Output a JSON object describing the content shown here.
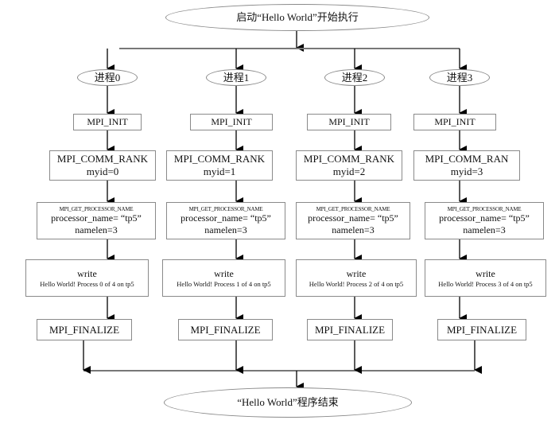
{
  "start": "启动“Hello World”开始执行",
  "end": "“Hello World”程序结束",
  "processes": [
    {
      "label": "进程0",
      "init": "MPI_INIT",
      "rank_title": "MPI_COMM_RANK",
      "rank_value": "myid=0",
      "proc_title": "MPI_GET_PROCESSOR_NAME",
      "proc_name": "processor_name= “tp5”",
      "proc_len": "namelen=3",
      "write_title": "write",
      "write_text": "Hello World! Process 0 of 4 on tp5",
      "finalize": "MPI_FINALIZE"
    },
    {
      "label": "进程1",
      "init": "MPI_INIT",
      "rank_title": "MPI_COMM_RANK",
      "rank_value": "myid=1",
      "proc_title": "MPI_GET_PROCESSOR_NAME",
      "proc_name": "processor_name= “tp5”",
      "proc_len": "namelen=3",
      "write_title": "write",
      "write_text": "Hello World! Process 1 of 4 on tp5",
      "finalize": "MPI_FINALIZE"
    },
    {
      "label": "进程2",
      "init": "MPI_INIT",
      "rank_title": "MPI_COMM_RANK",
      "rank_value": "myid=2",
      "proc_title": "MPI_GET_PROCESSOR_NAME",
      "proc_name": "processor_name= “tp5”",
      "proc_len": "namelen=3",
      "write_title": "write",
      "write_text": "Hello World! Process 2 of 4 on tp5",
      "finalize": "MPI_FINALIZE"
    },
    {
      "label": "进程3",
      "init": "MPI_INIT",
      "rank_title": "MPI_COMM_RAN",
      "rank_value": "myid=3",
      "proc_title": "MPI_GET_PROCESSOR_NAME",
      "proc_name": "processor_name= “tp5”",
      "proc_len": "namelen=3",
      "write_title": "write",
      "write_text": "Hello World! Process 3 of 4 on tp5",
      "finalize": "MPI_FINALIZE"
    }
  ]
}
